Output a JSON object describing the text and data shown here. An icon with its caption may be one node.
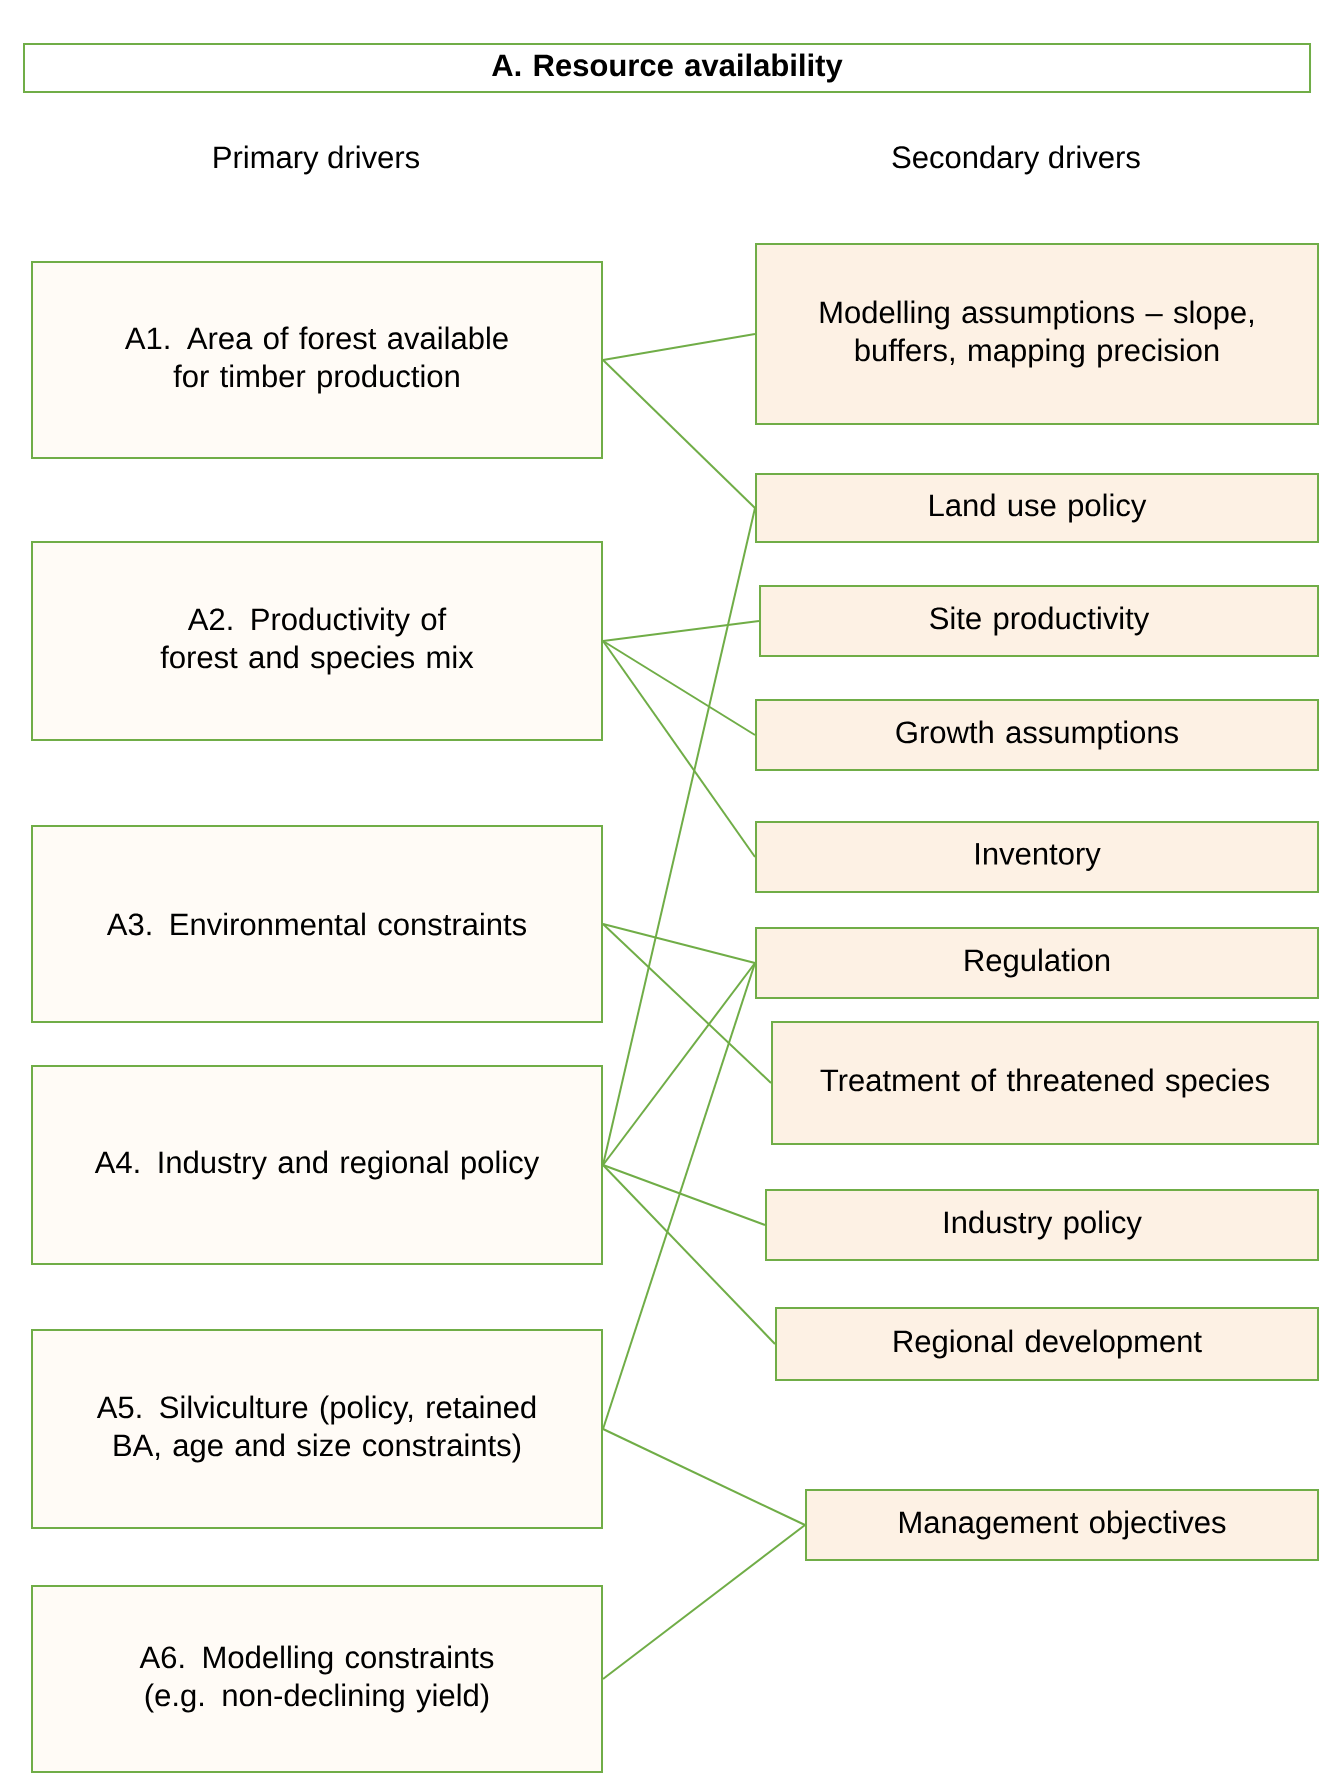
{
  "diagram": {
    "nodes": [
      {
        "text": [
          "A. Resource availability"
        ]
      },
      {
        "text": [
          "A1. Area of forest available for timber production"
        ]
      },
      {
        "text": [
          "A2. Productivity of forest and species mix"
        ]
      },
      {
        "text": [
          "A3. Environmental constraints"
        ]
      },
      {
        "text": [
          "A4. Industry and regional policy"
        ]
      },
      {
        "text": [
          "A5. Silviculture (policy, retained BA, age and size constraints)"
        ]
      },
      {
        "text": [
          "A6. Modelling constraints (e.g. non-declining yield)"
        ]
      },
      {
        "text": [
          "Modelling assumptions – slope, buffers, mapping precision"
        ]
      },
      {
        "text": [
          "Land use policy"
        ]
      },
      {
        "text": [
          "Site productivity"
        ]
      },
      {
        "text": [
          "Growth assumptions"
        ]
      },
      {
        "text": [
          "Inventory"
        ]
      },
      {
        "text": [
          "Regulation"
        ]
      },
      {
        "text": [
          "Treatment of threatened species"
        ]
      },
      {
        "text": [
          "Industry policy"
        ]
      },
      {
        "text": [
          "Regional development"
        ]
      },
      {
        "text": [
          "Management objectives"
        ]
      }
    ],
    "edges": [
      {
        "from": 1,
        "to": 7,
        "arrow": "none"
      },
      {
        "from": 1,
        "to": 8,
        "arrow": "none"
      },
      {
        "from": 2,
        "to": 9,
        "arrow": "none"
      },
      {
        "from": 2,
        "to": 10,
        "arrow": "none"
      },
      {
        "from": 2,
        "to": 11,
        "arrow": "none"
      },
      {
        "from": 3,
        "to": 12,
        "arrow": "none"
      },
      {
        "from": 3,
        "to": 13,
        "arrow": "none"
      },
      {
        "from": 4,
        "to": 8,
        "arrow": "none"
      },
      {
        "from": 4,
        "to": 12,
        "arrow": "none"
      },
      {
        "from": 4,
        "to": 14,
        "arrow": "none"
      },
      {
        "from": 4,
        "to": 15,
        "arrow": "none"
      },
      {
        "from": 5,
        "to": 12,
        "arrow": "none"
      },
      {
        "from": 5,
        "to": 16,
        "arrow": "none"
      },
      {
        "from": 6,
        "to": 16,
        "arrow": "none"
      }
    ],
    "labels": [
      "Primary drivers",
      "Secondary drivers"
    ]
  }
}
